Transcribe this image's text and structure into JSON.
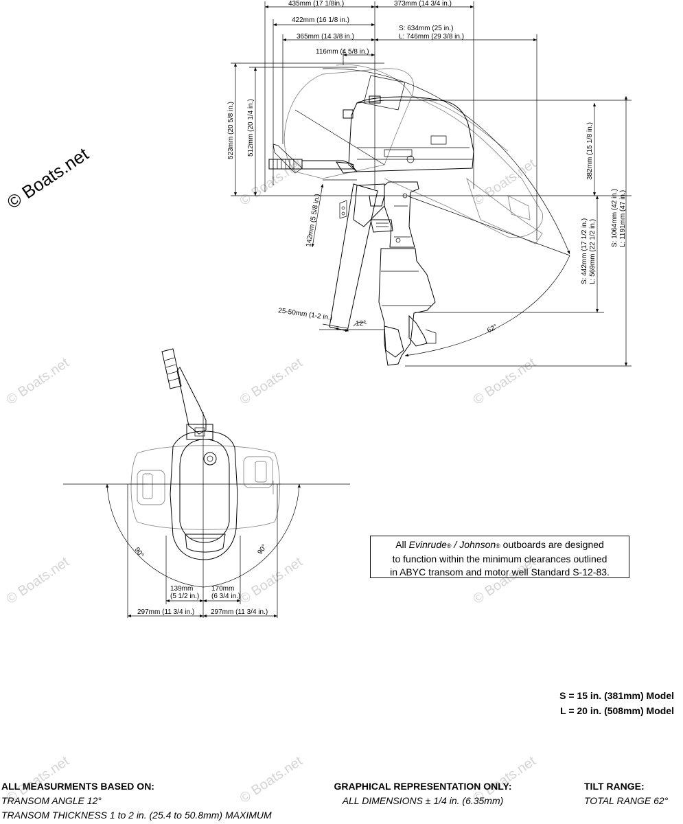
{
  "watermark": {
    "brand": "© Boats.net",
    "repeat": "© Boats.net"
  },
  "side_view": {
    "dims": {
      "top_435": "435mm (17 1/8in.)",
      "top_373": "373mm (14 3/4 in.)",
      "top_422": "422mm (16 1/8 in.)",
      "top_634": "S: 634mm (25 in.)",
      "top_746": "L: 746mm (29 3/8 in.)",
      "top_365": "365mm (14 3/8 in.)",
      "top_116": "116mm (4 5/8 in.)",
      "left_523": "523mm (20 5/8 in.)",
      "left_512": "512mm (20 1/4 in.)",
      "right_382": "382mm (15 1/8 in.)",
      "right_1064": "S: 1064mm (42 in.)",
      "right_1191": "L: 1191mm (47 in.)",
      "right_442": "S: 442mm (17 1/2 in.)",
      "right_569": "L: 569mm (22 1/2 in.)",
      "clamp_142": "142mm (5 5/8 in.)",
      "transom_25_50": "25-50mm (1-2 in.)",
      "angle_12": "12°",
      "angle_62": "62°"
    }
  },
  "top_view": {
    "dims": {
      "angle_left": "90°",
      "angle_right": "90°",
      "d139": "139mm",
      "d139_in": "(5 1/2 in.)",
      "d170": "170mm",
      "d170_in": "(6 3/4 in.)",
      "d297_left": "297mm (11 3/4 in.)",
      "d297_right": "297mm (11 3/4 in.)"
    }
  },
  "notice": {
    "pre": "All ",
    "brand1": "Evinrude",
    "reg1": "®",
    "sep": " / ",
    "brand2": "Johnson",
    "reg2": "®",
    "line1_rest": " outboards are designed",
    "line2": "to function within the minimum clearances outlined",
    "line3": "in ABYC transom and motor well Standard S-12-83."
  },
  "models": {
    "s": "S = 15 in. (381mm) Model",
    "l": "L = 20 in. (508mm) Model"
  },
  "footer": {
    "left_title": "ALL MEASURMENTS BASED ON:",
    "left_line1": "TRANSOM ANGLE 12°",
    "left_line2": "TRANSOM THICKNESS 1 to 2 in. (25.4 to 50.8mm) MAXIMUM",
    "center_title": "GRAPHICAL REPRESENTATION ONLY:",
    "center_line1": "ALL DIMENSIONS ± 1/4 in. (6.35mm)",
    "right_title": "TILT RANGE:",
    "right_line1": "TOTAL RANGE 62°"
  }
}
